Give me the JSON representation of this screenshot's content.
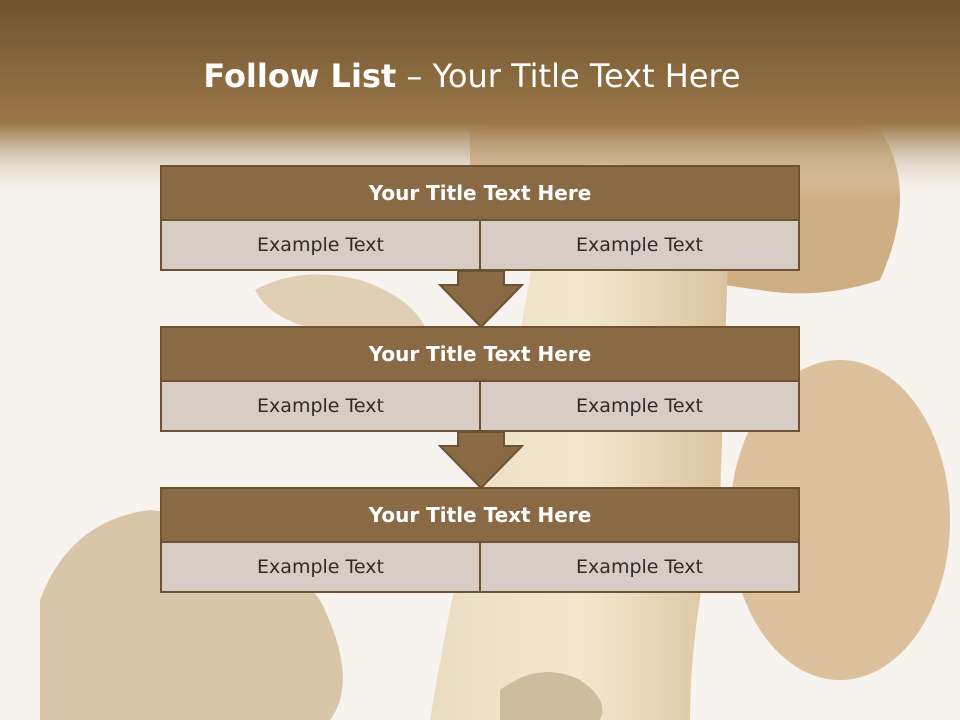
{
  "slide": {
    "title_bold": "Follow List",
    "title_rest": " – Your Title Text Here"
  },
  "steps": [
    {
      "title": "Your Title Text Here",
      "left": "Example Text",
      "right": "Example Text"
    },
    {
      "title": "Your Title Text Here",
      "left": "Example Text",
      "right": "Example Text"
    },
    {
      "title": "Your Title Text Here",
      "left": "Example Text",
      "right": "Example Text"
    }
  ],
  "colors": {
    "header": "#8a6a45",
    "cell": "#d8cdc4",
    "border": "#6f5232",
    "band": "#7d5f39"
  }
}
